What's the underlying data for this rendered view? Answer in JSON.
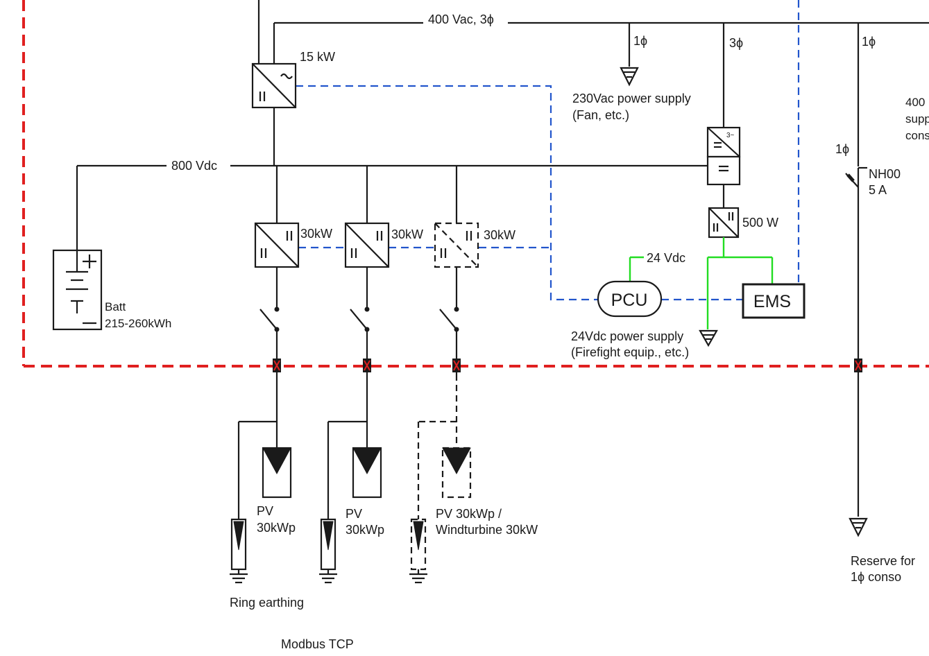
{
  "labels": {
    "ac_bus": "400 Vac, 3ϕ",
    "single_phase_1": "1ϕ",
    "three_phase": "3ϕ",
    "single_phase_2": "1ϕ",
    "single_phase_3": "1ϕ",
    "inverter_power": "15 kW",
    "aux_supply_line1": "230Vac power  supply",
    "aux_supply_line2": "(Fan, etc.)",
    "cons_supply_line1": "400",
    "cons_supply_line2": "supp",
    "cons_supply_line3": "cons",
    "dc_bus": "800 Vdc",
    "fuse_line1": "NH00",
    "fuse_line2": "5 A",
    "converter_1": "30kW",
    "converter_2": "30kW",
    "converter_3": "30kW",
    "dcdc_power": "500 W",
    "low_voltage": "24 Vdc",
    "battery_line1": "Batt",
    "battery_line2": "215-260kWh",
    "pcu": "PCU",
    "ems": "EMS",
    "dc_supply_line1": "24Vdc power  supply",
    "dc_supply_line2": "(Firefight equip., etc.)",
    "pv_1_line1": "PV",
    "pv_1_line2": "30kWp",
    "pv_2_line1": "PV",
    "pv_2_line2": "30kWp",
    "pv_3_line1": "PV 30kWp /",
    "pv_3_line2": "Windturbine 30kW",
    "ring_earthing": "Ring earthing",
    "reserve_line1": "Reserve for",
    "reserve_line2": "1ϕ conso",
    "comm_legend": "Modbus TCP"
  }
}
